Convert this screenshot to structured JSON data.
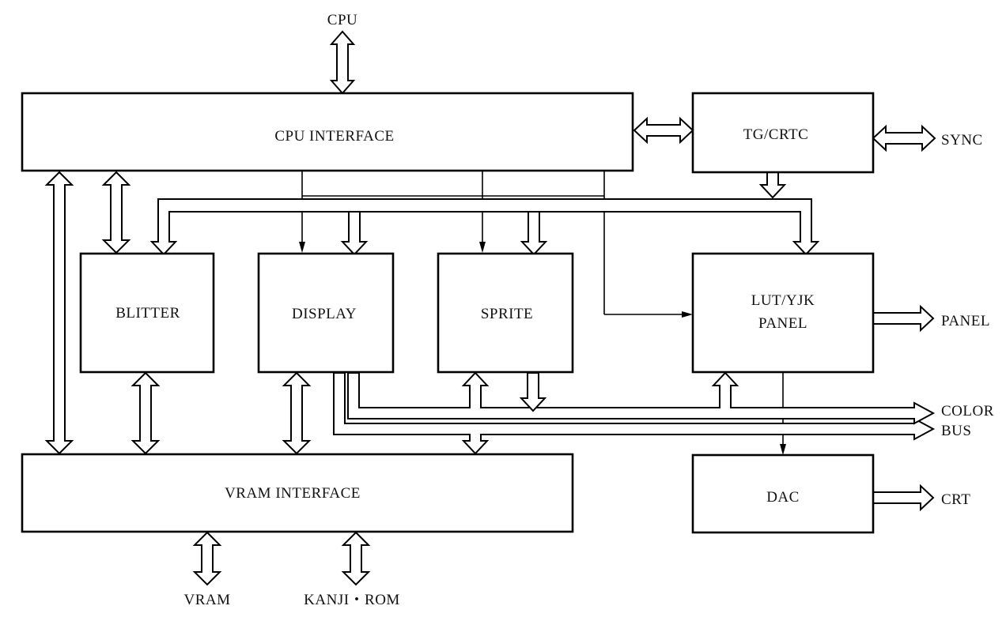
{
  "blocks": {
    "cpu_interface": "CPU INTERFACE",
    "tg_crtc": "TG/CRTC",
    "blitter": "BLITTER",
    "display": "DISPLAY",
    "sprite": "SPRITE",
    "lut_yjk": "LUT/YJK",
    "panel_block": "PANEL",
    "vram_interface": "VRAM INTERFACE",
    "dac": "DAC"
  },
  "signals": {
    "cpu": "CPU",
    "sync": "SYNC",
    "panel": "PANEL",
    "color": "COLOR",
    "bus": "BUS",
    "crt": "CRT",
    "vram": "VRAM",
    "kanji_rom": "KANJI・ROM"
  }
}
